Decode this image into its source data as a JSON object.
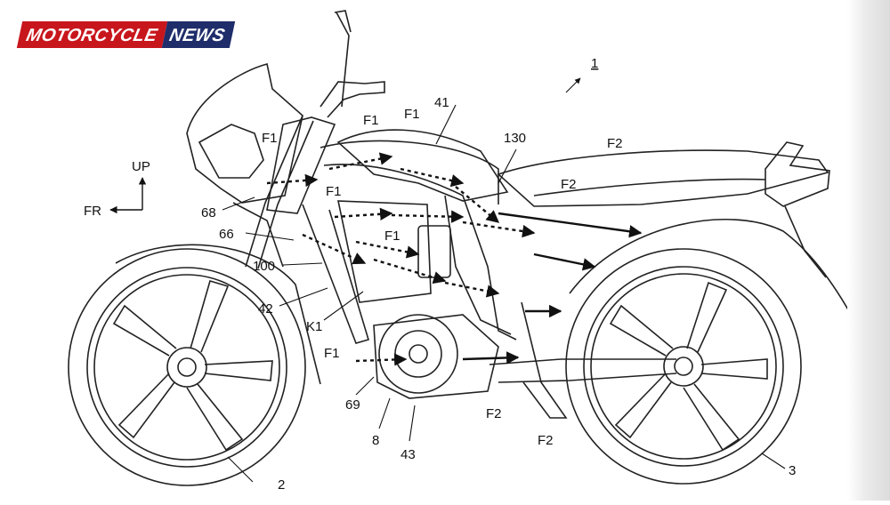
{
  "logo": {
    "part1": "MOTORCYCLE",
    "part2": "NEWS",
    "red": "#c8161d",
    "navy": "#1f2d6b"
  },
  "diagram": {
    "ref_main": "1",
    "direction": {
      "up": "UP",
      "front": "FR"
    },
    "labels": {
      "l2": "2",
      "l3": "3",
      "l8": "8",
      "l41": "41",
      "l42": "42",
      "l43": "43",
      "l66": "66",
      "l68": "68",
      "l69": "69",
      "l100": "100",
      "l130": "130",
      "k1": "K1",
      "f1_a": "F1",
      "f1_b": "F1",
      "f1_c": "F1",
      "f1_d": "F1",
      "f1_e": "F1",
      "f1_f": "F1",
      "f2_a": "F2",
      "f2_b": "F2",
      "f2_c": "F2",
      "f2_d": "F2"
    }
  }
}
